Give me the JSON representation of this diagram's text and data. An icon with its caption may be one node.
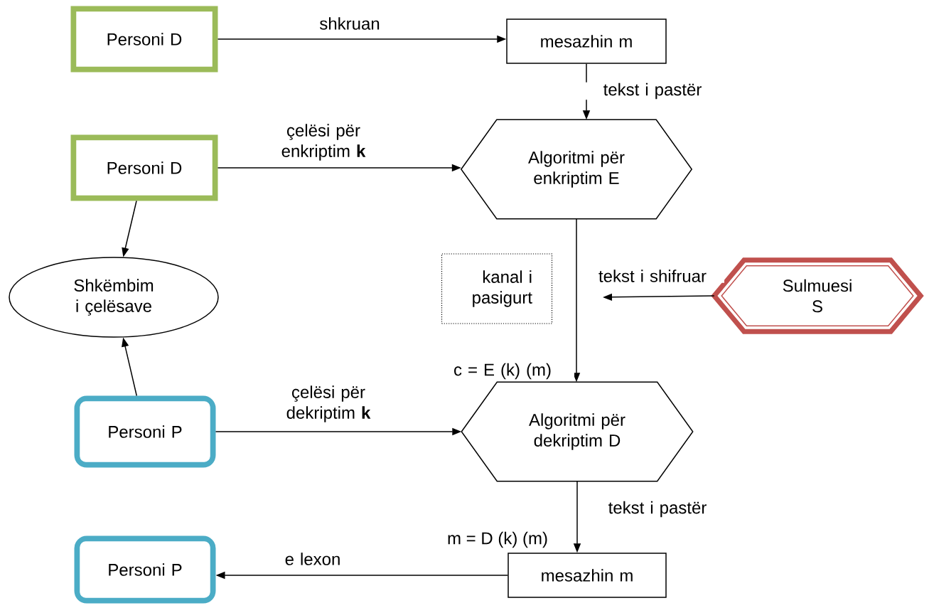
{
  "diagram": {
    "nodes": [
      {
        "text": [
          "Personi D"
        ]
      },
      {
        "text": [
          "mesazhin m"
        ]
      },
      {
        "text": [
          "Personi D"
        ]
      },
      {
        "text": [
          "Algoritmi për enkriptim E"
        ]
      },
      {
        "text": [
          "Shkëmbim i çelësave"
        ]
      },
      {
        "text": [
          "kanal i pasigurt"
        ]
      },
      {
        "text": [
          "Sulmuesi S"
        ]
      },
      {
        "text": [
          "Algoritmi për dekriptim D"
        ]
      },
      {
        "text": [
          "Personi P"
        ]
      },
      {
        "text": [
          "Personi P"
        ]
      },
      {
        "text": [
          "mesazhin m"
        ]
      }
    ],
    "edges": [
      {
        "from": 0,
        "to": 1,
        "arrow": "to",
        "label": "shkruan"
      },
      {
        "from": 1,
        "to": 3,
        "arrow": "to",
        "label": "tekst i pastër"
      },
      {
        "from": 2,
        "to": 3,
        "arrow": "to",
        "label": "çelësi për enkriptim **k**"
      },
      {
        "from": 2,
        "to": 4,
        "arrow": "to"
      },
      {
        "from": 3,
        "to": 7,
        "arrow": "to",
        "label": "c = E (k) (m)"
      },
      {
        "from": 6,
        "to": null,
        "arrow": "to",
        "label": "tekst i shifruar"
      },
      {
        "from": 8,
        "to": 4,
        "arrow": "to"
      },
      {
        "from": 8,
        "to": 7,
        "arrow": "to",
        "label": "çelësi për dekriptim **k**"
      },
      {
        "from": 7,
        "to": 10,
        "arrow": "to",
        "label": "tekst i pastër"
      },
      {
        "from": 10,
        "to": 9,
        "arrow": "to",
        "label": "e lexon"
      }
    ],
    "labels": [
      "m = D (k) (m)"
    ]
  }
}
